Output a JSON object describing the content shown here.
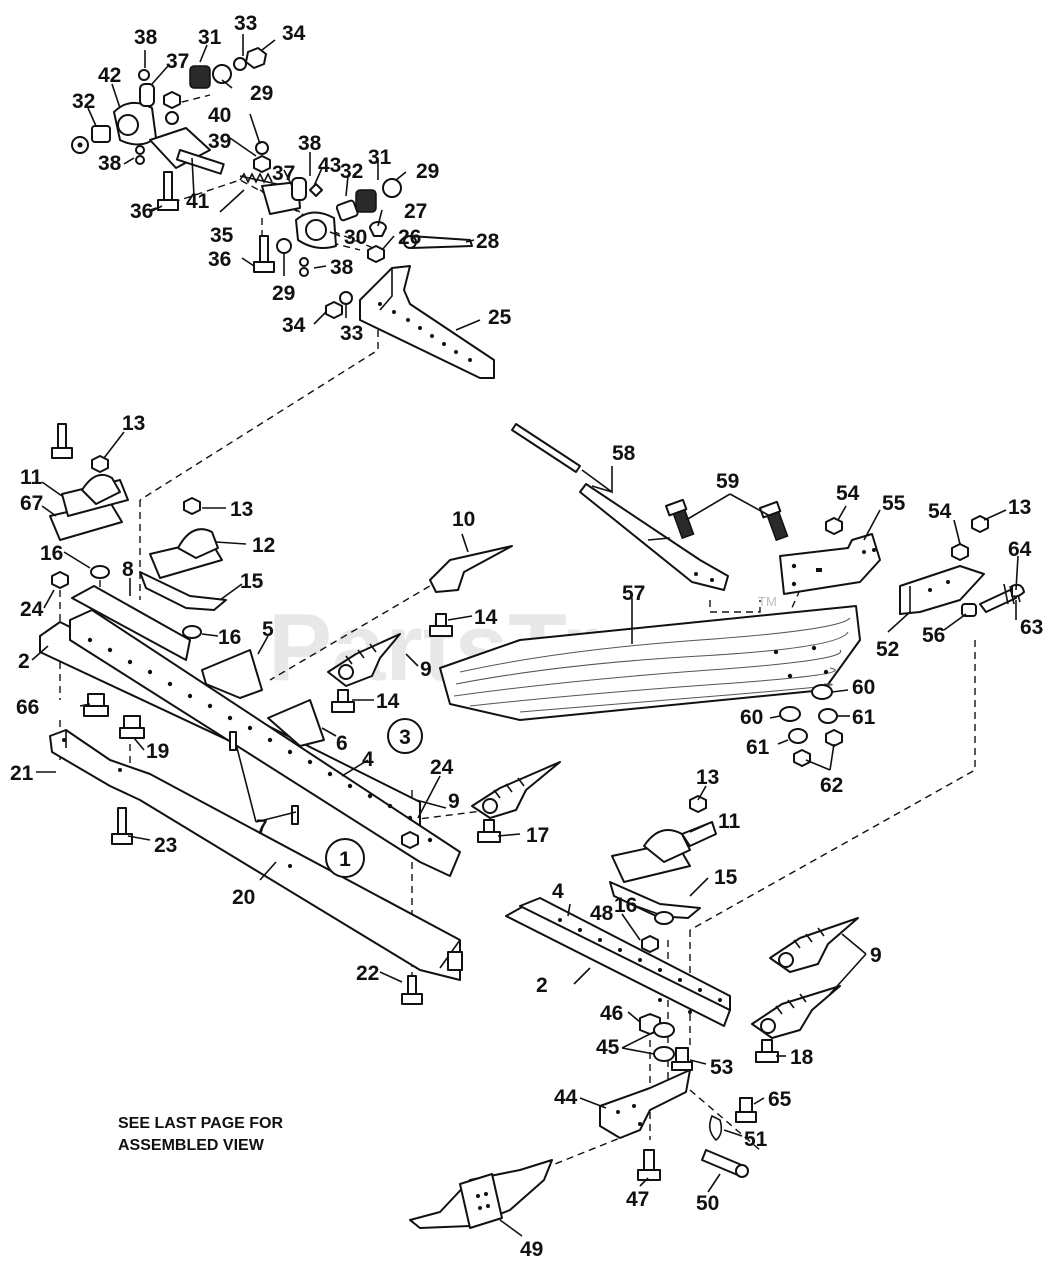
{
  "watermark": {
    "text": "PartsTree",
    "trademark": "TM"
  },
  "note": {
    "line1": "SEE LAST PAGE FOR",
    "line2": "ASSEMBLED VIEW"
  },
  "view_markers": [
    "1",
    "3"
  ],
  "callouts": [
    "38",
    "33",
    "34",
    "31",
    "37",
    "42",
    "32",
    "29",
    "40",
    "39",
    "38",
    "41",
    "36",
    "35",
    "37",
    "43",
    "32",
    "31",
    "29",
    "38",
    "27",
    "30",
    "26",
    "28",
    "36",
    "38",
    "29",
    "34",
    "33",
    "25",
    "13",
    "11",
    "67",
    "13",
    "12",
    "16",
    "8",
    "15",
    "24",
    "16",
    "10",
    "14",
    "5",
    "2",
    "9",
    "66",
    "14",
    "19",
    "6",
    "3",
    "4",
    "24",
    "21",
    "7",
    "9",
    "17",
    "23",
    "1",
    "20",
    "22",
    "58",
    "59",
    "54",
    "55",
    "54",
    "13",
    "64",
    "57",
    "52",
    "56",
    "63",
    "60",
    "60",
    "61",
    "61",
    "62",
    "13",
    "11",
    "15",
    "16",
    "4",
    "48",
    "9",
    "2",
    "46",
    "45",
    "53",
    "18",
    "44",
    "65",
    "51",
    "47",
    "50",
    "49"
  ]
}
